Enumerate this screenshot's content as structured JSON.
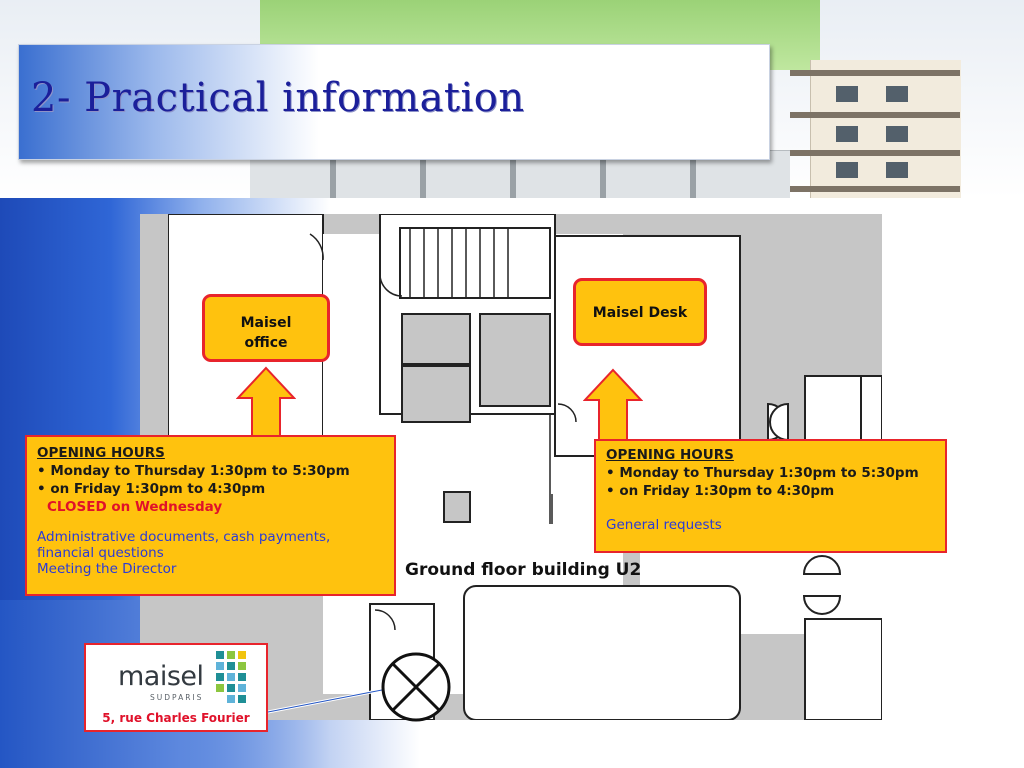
{
  "slide": {
    "title": "2- Practical information",
    "plan_caption": "Ground floor building U2"
  },
  "maisel_office_tag": {
    "line1": "Maisel",
    "line2": "office"
  },
  "maisel_desk_tag": {
    "label": "Maisel Desk"
  },
  "office_hours": {
    "heading": "OPENING HOURS",
    "line1": "• Monday to Thursday  1:30pm to 5:30pm",
    "line2": "• on Friday  1:30pm to 4:30pm",
    "closed": "CLOSED on Wednesday",
    "services1": "Administrative documents, cash payments,",
    "services2": "financial questions",
    "services3": "Meeting the Director"
  },
  "desk_hours": {
    "heading": "OPENING HOURS",
    "line1": "• Monday to Thursday  1:30pm to 5:30pm",
    "line2": "• on Friday  1:30pm to 4:30pm",
    "services": "General requests"
  },
  "logo": {
    "wordmark": "maisel",
    "subtitle": "SUDPARIS",
    "address": "5, rue Charles Fourier"
  },
  "colors": {
    "callout_fill": "#ffc20e",
    "callout_border": "#e8242c",
    "title_text": "#1b1f9a",
    "service_text": "#2b3bd6",
    "closed_text": "#e0112a",
    "logo_squares": [
      "#1f8f96",
      "#8cc63f",
      "#f1c40f",
      "#5fb3d9"
    ]
  },
  "icons": {
    "entrance": "crossed-circle-icon",
    "pointer": "up-arrow-icon"
  }
}
